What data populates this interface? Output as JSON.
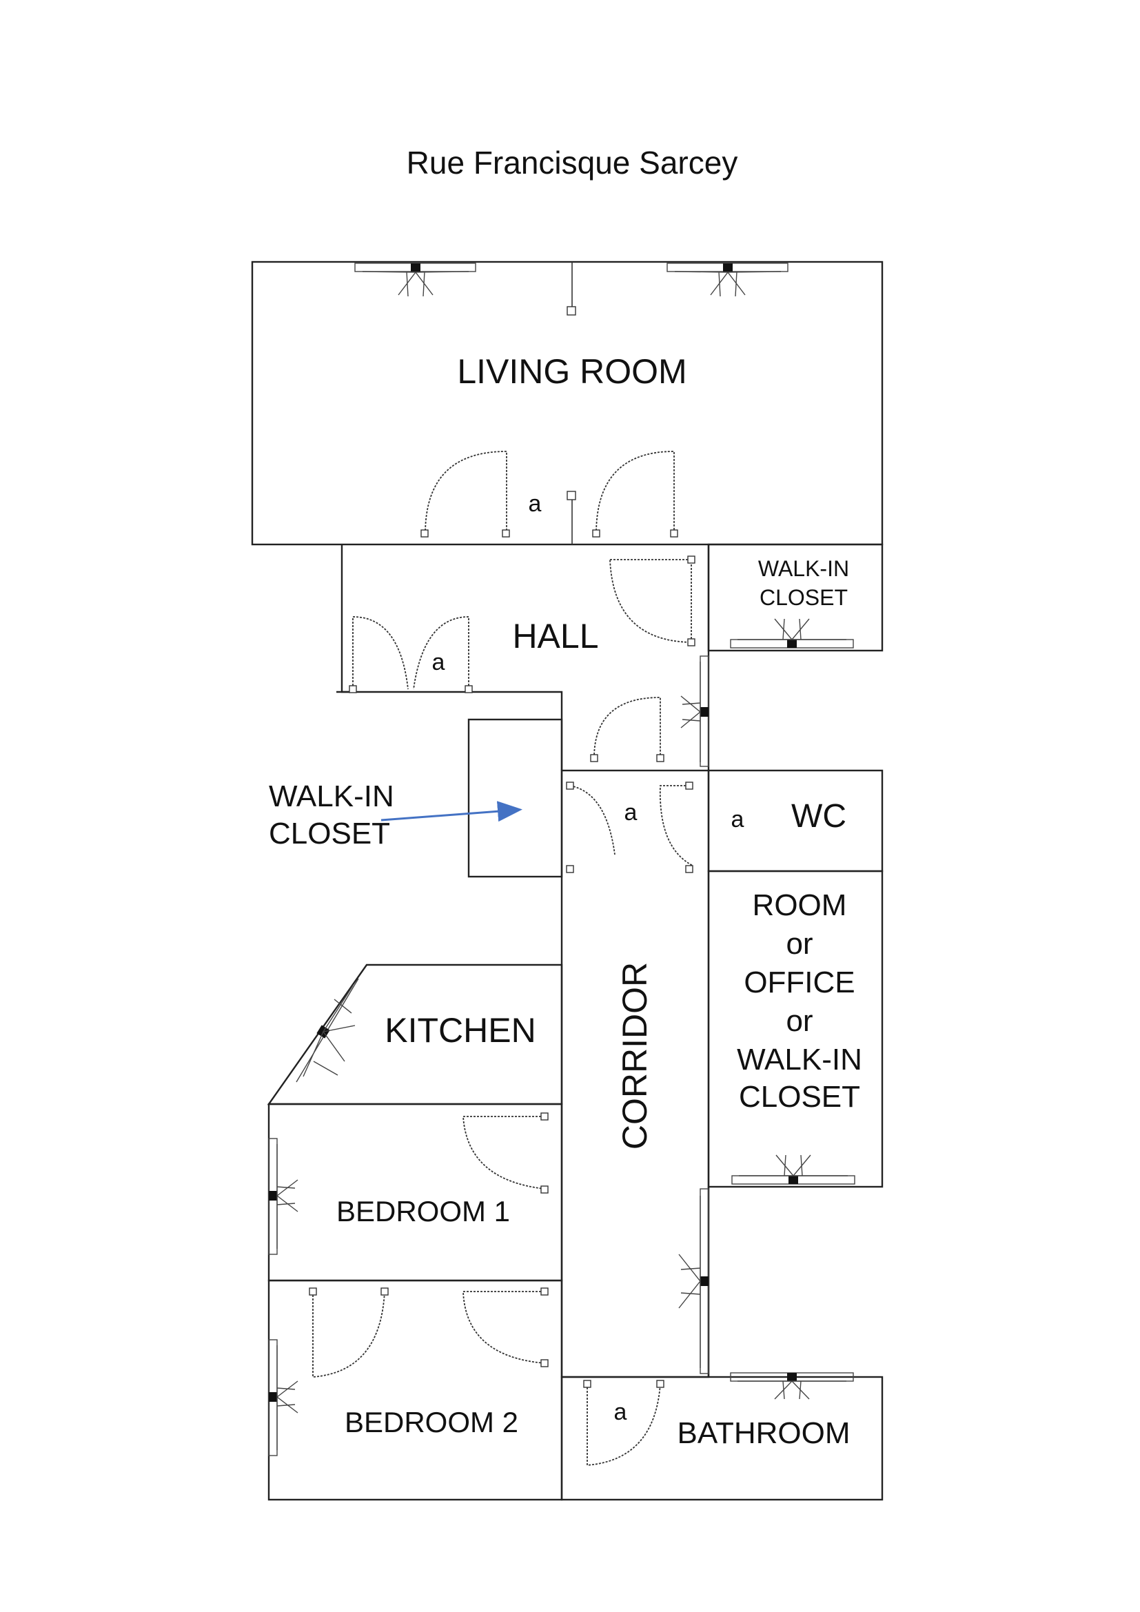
{
  "street": "Rue Francisque Sarcey",
  "rooms": {
    "living_room": "LIVING ROOM",
    "hall": "HALL",
    "walk_in_closet_top": [
      "WALK-IN",
      "CLOSET"
    ],
    "walk_in_closet_left": [
      "WALK-IN",
      "CLOSET"
    ],
    "wc": "WC",
    "room_office": [
      "ROOM",
      "or",
      "OFFICE",
      "or",
      "WALK-IN",
      "CLOSET"
    ],
    "kitchen": "KITCHEN",
    "corridor": "CORRIDOR",
    "bedroom_1": "BEDROOM 1",
    "bedroom_2": "BEDROOM 2",
    "bathroom": "BATHROOM"
  },
  "door_marker": "a",
  "colors": {
    "wall": "#222222",
    "arrow": "#4472c4",
    "text": "#111111"
  }
}
